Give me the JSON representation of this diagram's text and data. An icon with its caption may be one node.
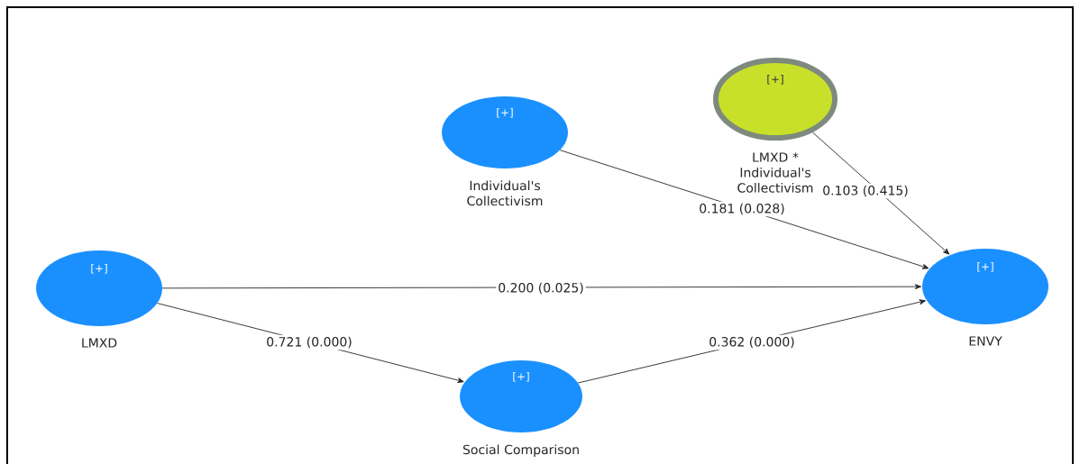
{
  "diagram": {
    "nodes": [
      {
        "text": [
          "[+]"
        ],
        "beside": [
          "LMXD * Individual's Collectivism"
        ]
      },
      {
        "text": [
          "[+]"
        ],
        "beside": [
          "Individual's Collectivism"
        ]
      },
      {
        "text": [
          "[+]"
        ],
        "beside": [
          "LMXD"
        ]
      },
      {
        "text": [
          "[+]"
        ],
        "beside": [
          "ENVY"
        ]
      },
      {
        "text": [
          "[+]"
        ],
        "beside": [
          "Social Comparison"
        ]
      }
    ],
    "edges": [
      {
        "from": 0,
        "to": 3,
        "arrow": "to",
        "label": "0.103 (0.415)"
      },
      {
        "from": 1,
        "to": 3,
        "arrow": "to",
        "label": "0.181 (0.028)"
      },
      {
        "from": 2,
        "to": 3,
        "arrow": "to",
        "label": "0.200 (0.025)"
      },
      {
        "from": 2,
        "to": 4,
        "arrow": "to",
        "label": "0.721 (0.000)"
      },
      {
        "from": 4,
        "to": 3,
        "arrow": "to",
        "label": "0.362 (0.000)"
      }
    ]
  }
}
